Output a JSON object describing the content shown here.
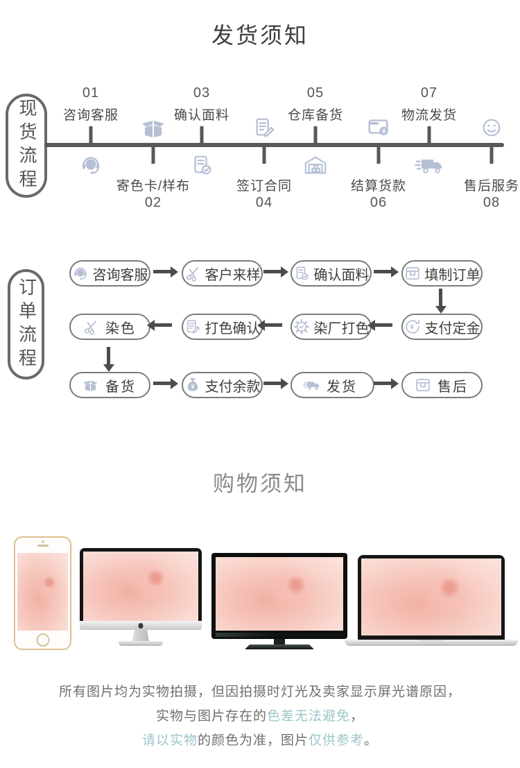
{
  "titles": {
    "shipping": "发货须知",
    "shopping": "购物须知"
  },
  "shipping_timeline": {
    "label": "现货流程",
    "steps": [
      {
        "number": "01",
        "label": "咨询客服",
        "icon": "customer-service-icon",
        "side": "above"
      },
      {
        "number": "02",
        "label": "寄色卡/样布",
        "icon": "open-box-icon",
        "side": "below"
      },
      {
        "number": "03",
        "label": "确认面料",
        "icon": "checklist-icon",
        "side": "above"
      },
      {
        "number": "04",
        "label": "签订合同",
        "icon": "contract-pen-icon",
        "side": "below"
      },
      {
        "number": "05",
        "label": "仓库备货",
        "icon": "warehouse-icon",
        "side": "above"
      },
      {
        "number": "06",
        "label": "结算货款",
        "icon": "payment-card-icon",
        "side": "below"
      },
      {
        "number": "07",
        "label": "物流发货",
        "icon": "delivery-truck-icon",
        "side": "above"
      },
      {
        "number": "08",
        "label": "售后服务",
        "icon": "smiley-icon",
        "side": "below"
      }
    ]
  },
  "order_flow": {
    "label": "订单流程",
    "rows": [
      {
        "direction": "right",
        "items": [
          {
            "label": "咨询客服",
            "icon": "customer-service-icon"
          },
          {
            "label": "客户来样",
            "icon": "scissors-icon"
          },
          {
            "label": "确认面料",
            "icon": "checklist-icon"
          },
          {
            "label": "填制订单",
            "icon": "order-form-icon"
          }
        ]
      },
      {
        "direction": "left",
        "items": [
          {
            "label": "染色",
            "icon": "scissors-icon"
          },
          {
            "label": "打色确认",
            "icon": "contract-pen-icon"
          },
          {
            "label": "染厂打色",
            "icon": "gear-icon"
          },
          {
            "label": "支付定金",
            "icon": "yen-cycle-icon"
          }
        ]
      },
      {
        "direction": "right",
        "items": [
          {
            "label": "备货",
            "icon": "open-box-icon"
          },
          {
            "label": "支付余款",
            "icon": "money-bag-icon"
          },
          {
            "label": "发货",
            "icon": "delivery-truck-icon"
          },
          {
            "label": "售后",
            "icon": "order-form-icon"
          }
        ]
      }
    ]
  },
  "devices": [
    "phone-mockup",
    "desktop-monitor-mockup",
    "tv-mockup",
    "laptop-mockup"
  ],
  "notice": {
    "line1": "所有图片均为实物拍摄，但因拍摄时灯光及卖家显示屏光谱原因，",
    "line2": {
      "t1": "实物与图片存在的",
      "h1": "色差无法避免",
      "t2": "，"
    },
    "line3": {
      "h1": "请以实物",
      "t1": "的颜色为准，图片",
      "h2": "仅供参考",
      "t2": "。"
    }
  },
  "colors": {
    "icon_accent": "#b6c0d4",
    "timeline_line": "#58585a",
    "arrow": "#4c4c4c",
    "title_dark": "#3f3f3f",
    "title_light": "#8a8a8a",
    "notice_gray": "#6f6f6f",
    "notice_teal": "#9cc5cb",
    "fabric_pink": "#f6c0b5",
    "phone_gold": "#dcc08e"
  }
}
